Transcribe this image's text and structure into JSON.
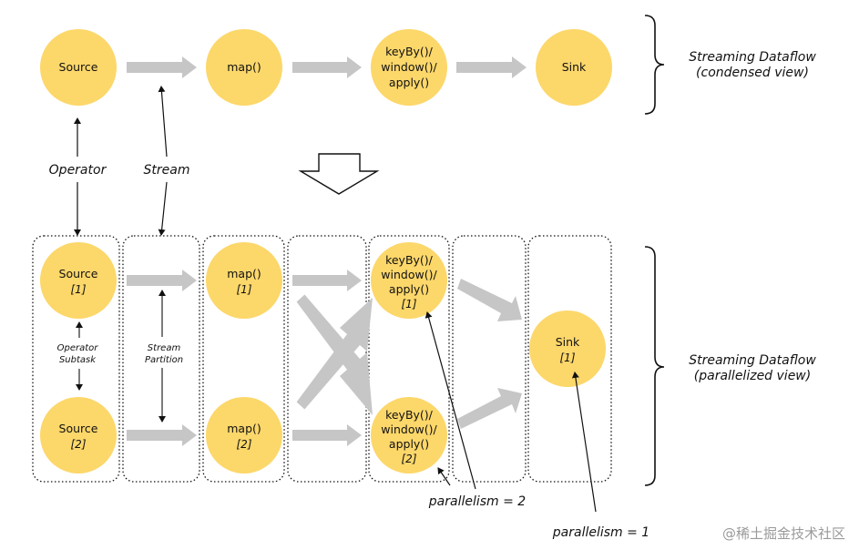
{
  "condensed": {
    "nodes": [
      "Source",
      "map()",
      [
        "keyBy()/",
        "window()/",
        "apply()"
      ],
      "Sink"
    ],
    "label": [
      "Streaming Dataflow",
      "(condensed view)"
    ]
  },
  "annotations": {
    "operator": "Operator",
    "stream": "Stream",
    "operator_subtask": [
      "Operator",
      "Subtask"
    ],
    "stream_partition": [
      "Stream",
      "Partition"
    ],
    "parallelism_2": "parallelism = 2",
    "parallelism_1": "parallelism = 1"
  },
  "parallel": {
    "source1": [
      "Source",
      "[1]"
    ],
    "source2": [
      "Source",
      "[2]"
    ],
    "map1": [
      "map()",
      "[1]"
    ],
    "map2": [
      "map()",
      "[2]"
    ],
    "key1": [
      "keyBy()/",
      "window()/",
      "apply()",
      "[1]"
    ],
    "key2": [
      "keyBy()/",
      "window()/",
      "apply()",
      "[2]"
    ],
    "sink1": [
      "Sink",
      "[1]"
    ],
    "label": [
      "Streaming Dataflow",
      "(parallelized view)"
    ]
  },
  "watermark": "@稀土掘金技术社区",
  "colors": {
    "node_fill": "#fcd76a",
    "arrow_fill": "#c6c6c6",
    "line": "#111111"
  }
}
